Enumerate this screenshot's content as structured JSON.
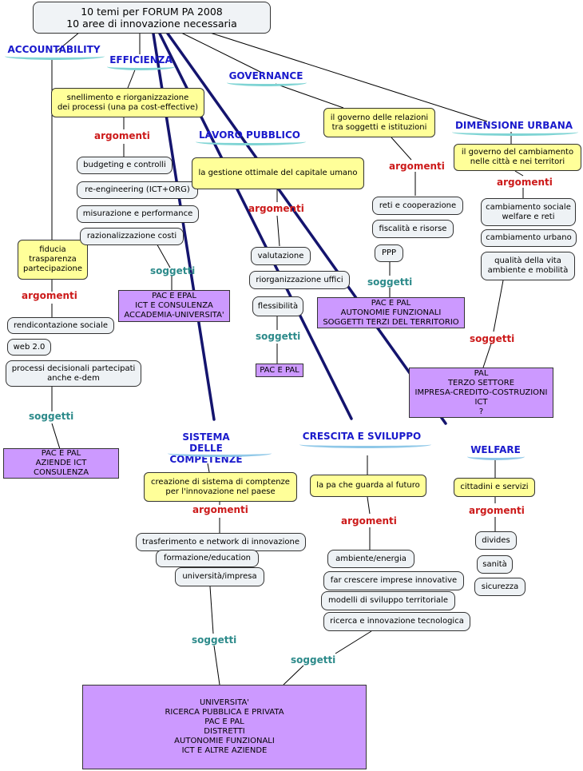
{
  "root": {
    "title": "10 temi per FORUM PA 2008\n10 aree di innovazione necessaria"
  },
  "topics": {
    "accountability": "ACCOUNTABILITY",
    "efficienza": "EFFICIENZA",
    "governance": "GOVERNANCE",
    "lavoro_pubblico": "LAVORO PUBBLICO",
    "dimensione_urbana": "DIMENSIONE URBANA",
    "sistema_competenze": "SISTEMA DELLE\nCOMPETENZE",
    "crescita_sviluppo": "CRESCITA E SVILUPPO",
    "welfare": "WELFARE"
  },
  "link_words": {
    "argomenti": "argomenti",
    "soggetti": "soggetti"
  },
  "accountability": {
    "concept": "fiducia\ntrasparenza\npartecipazione",
    "items": [
      "rendicontazione sociale",
      "web 2.0",
      "processi decisionali partecipati\nanche e-dem"
    ],
    "subjects": "PAC E PAL\nAZIENDE ICT\nCONSULENZA"
  },
  "efficienza": {
    "concept": "snellimento e riorganizzazione\ndei processi (una pa cost-effective)",
    "items": [
      "budgeting e controlli",
      "re-engineering (ICT+ORG)",
      "misurazione e performance",
      "razionalizzazione costi"
    ],
    "subjects": "PAC E EPAL\nICT E CONSULENZA\nACCADEMIA-UNIVERSITA'"
  },
  "lavoro_pubblico": {
    "concept": "la gestione ottimale del capitale umano",
    "items": [
      "valutazione",
      "riorganizzazione uffici",
      "flessibilità"
    ],
    "subjects": "PAC E PAL"
  },
  "governance": {
    "concept": "il governo delle relazioni\ntra soggetti e istituzioni",
    "items": [
      "reti e cooperazione",
      "fiscalità e risorse",
      "PPP"
    ],
    "subjects": "PAC E PAL\nAUTONOMIE FUNZIONALI\nSOGGETTI TERZI DEL TERRITORIO"
  },
  "dimensione_urbana": {
    "concept": "il governo del cambiamento\nnelle città e nei territori",
    "items": [
      "cambiamento sociale\nwelfare e reti",
      "cambiamento urbano",
      "qualità della vita\nambiente e mobilità"
    ],
    "subjects": "PAL\nTERZO SETTORE\nIMPRESA-CREDITO-COSTRUZIONI\nICT\n?"
  },
  "sistema_competenze": {
    "concept": "creazione di sistema di comptenze\nper l'innovazione nel paese",
    "items": [
      "trasferimento e network di innovazione",
      "formazione/education",
      "università/impresa"
    ]
  },
  "crescita_sviluppo": {
    "concept": "la pa che guarda al futuro",
    "items": [
      "ambiente/energia",
      "far crescere imprese innovative",
      "modelli di sviluppo territoriale",
      "ricerca e innovazione tecnologica"
    ]
  },
  "welfare": {
    "concept": "cittadini e servizi",
    "items": [
      "divides",
      "sanità",
      "sicurezza"
    ]
  },
  "shared_subjects": "UNIVERSITA'\nRICERCA PUBBLICA E PRIVATA\nPAC E PAL\nDISTRETTI\nAUTONOMIE FUNZIONALI\nICT E ALTRE AZIENDE"
}
